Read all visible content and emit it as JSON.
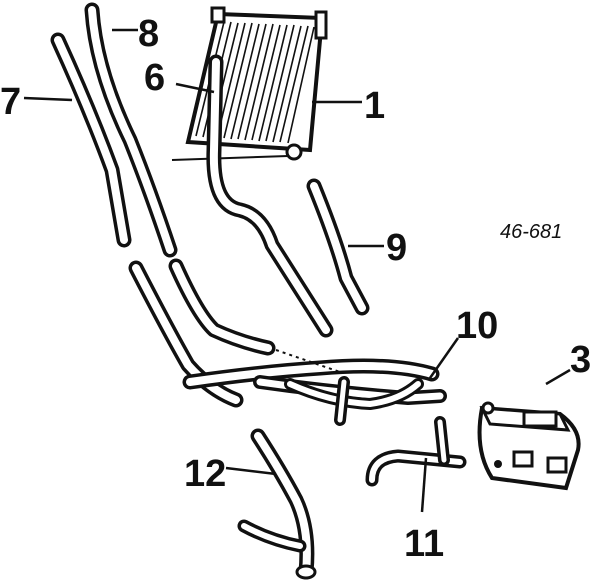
{
  "diagram": {
    "reference_code": "46-681",
    "parts": [
      {
        "id": "1",
        "label": "1"
      },
      {
        "id": "3",
        "label": "3"
      },
      {
        "id": "6",
        "label": "6"
      },
      {
        "id": "7",
        "label": "7"
      },
      {
        "id": "8",
        "label": "8"
      },
      {
        "id": "9",
        "label": "9"
      },
      {
        "id": "10",
        "label": "10"
      },
      {
        "id": "11",
        "label": "11"
      },
      {
        "id": "12",
        "label": "12"
      }
    ]
  }
}
